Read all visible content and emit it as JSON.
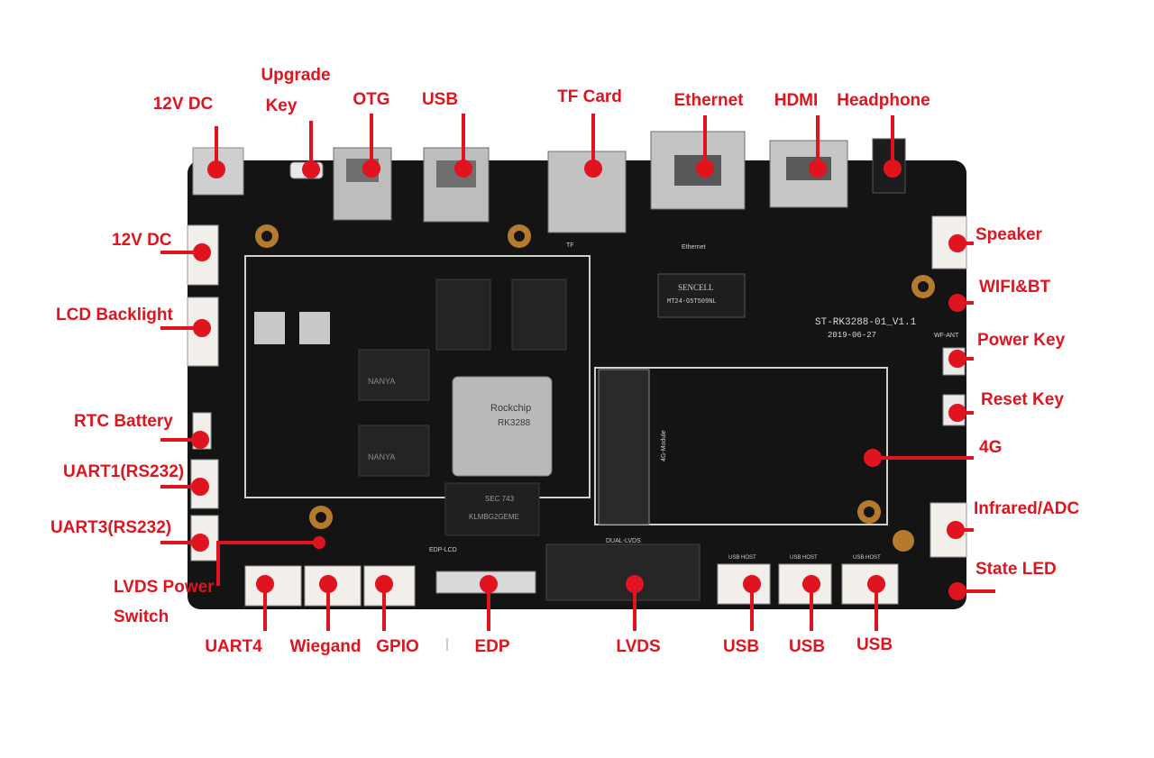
{
  "colors": {
    "callout": "#e0141e",
    "pcb": "#141414",
    "silk": "#d8d8d8",
    "metal": "#b9b9b9",
    "connector": "#f2eeea",
    "brass": "#b67a2c"
  },
  "labels": {
    "dc_top": "12V DC",
    "upgrade_line1": "Upgrade",
    "upgrade_line2": "Key",
    "otg": "OTG",
    "usb_top": "USB",
    "tf_card": "TF Card",
    "ethernet": "Ethernet",
    "hdmi": "HDMI",
    "headphone": "Headphone",
    "dc_left": "12V DC",
    "lcd_backlight": "LCD Backlight",
    "rtc_battery": "RTC Battery",
    "uart1": "UART1(RS232)",
    "uart3": "UART3(RS232)",
    "lvds_power_line1": "LVDS Power",
    "lvds_power_line2": "Switch",
    "speaker": "Speaker",
    "wifi_bt": "WIFI&BT",
    "power_key": "Power Key",
    "reset_key": "Reset Key",
    "g4": "4G",
    "infrared_adc": "Infrared/ADC",
    "state_led": "State LED",
    "uart4": "UART4",
    "wiegand": "Wiegand",
    "gpio": "GPIO",
    "edp": "EDP",
    "lvds": "LVDS",
    "usb_b1": "USB",
    "usb_b2": "USB",
    "usb_b3": "USB"
  },
  "board": {
    "model": "ST-RK3288-01_V1.1",
    "date": "2019-06-27",
    "soc_brand": "Rockchip",
    "soc_model": "RK3288",
    "mem_brand": "NANYA",
    "emmc_top": "SEC 743",
    "emmc_bottom": "KLMBG2GEME",
    "lan_brand": "SENCELL",
    "lan_model": "MT24-G5T509NL",
    "silk_ethernet": "Ethernet",
    "silk_tf": "TF",
    "silk_4g": "4G-Module",
    "silk_edp": "EDP-LCD",
    "silk_dual_lvds": "DUAL-LVDS",
    "silk_usb_host": "USB HOST",
    "silk_wf": "WF-ANT"
  }
}
